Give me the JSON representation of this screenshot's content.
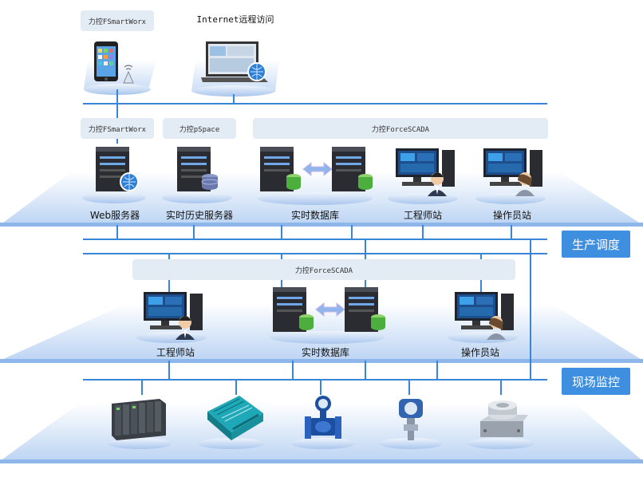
{
  "top": {
    "mobile_tag": "力控FSmartWorx",
    "internet_label": "Internet远程访问"
  },
  "prod": {
    "tag_web": "力控FSmartWorx",
    "tag_pspace": "力控pSpace",
    "tag_scada": "力控ForceSCADA",
    "web_server": "Web服务器",
    "history_server": "实时历史服务器",
    "realtime_db": "实时数据库",
    "engineer": "工程师站",
    "operator": "操作员站",
    "side_label": "生产调度"
  },
  "site": {
    "tag_scada": "力控ForceSCADA",
    "engineer": "工程师站",
    "realtime_db": "实时数据库",
    "operator": "操作员站",
    "side_label": "现场监控"
  },
  "colors": {
    "line": "#3a86d6",
    "platform": "#cfe0f7",
    "side_bg": "#3f8fe0"
  }
}
